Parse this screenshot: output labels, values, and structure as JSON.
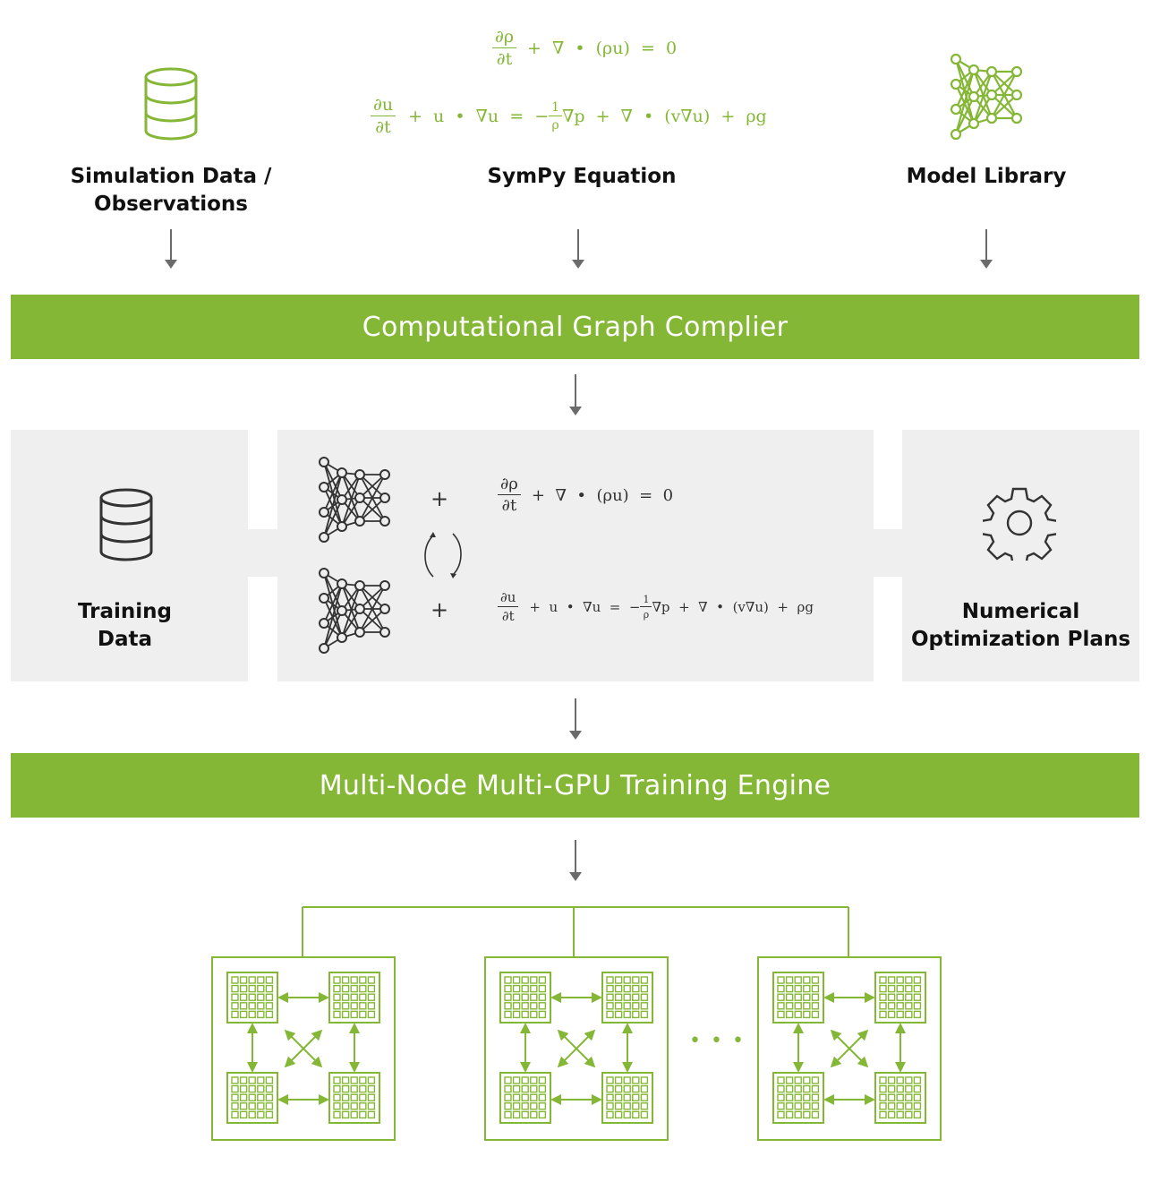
{
  "inputs": {
    "simulation_label": "Simulation Data / Observations",
    "simulation_line1": "Simulation Data /",
    "simulation_line2": "Observations",
    "sympy_label": "SymPy Equation",
    "model_label": "Model Library"
  },
  "equations": {
    "continuity": {
      "num1": "∂ρ",
      "den1": "∂t",
      "rest": "+  ∇  •  (ρu)  =  0"
    },
    "momentum": {
      "num1": "∂u",
      "den1": "∂t",
      "part2": "+  u  •  ∇u  =  −",
      "num2": "1",
      "den2": "ρ",
      "part3": "∇p  +  ∇  •  (v∇u)  +  ρg"
    }
  },
  "compiler_bar": "Computational Graph Complier",
  "panels": {
    "training_data_line1": "Training",
    "training_data_line2": "Data",
    "plus": "+",
    "numerical_line1": "Numerical",
    "numerical_line2": "Optimization Plans"
  },
  "engine_bar": "Multi-Node Multi-GPU Training Engine",
  "cluster": {
    "ellipsis": "• • •"
  },
  "colors": {
    "accent_green": "#85b737",
    "panel_gray": "#efefef",
    "arrow_gray": "#6b6b6b"
  }
}
